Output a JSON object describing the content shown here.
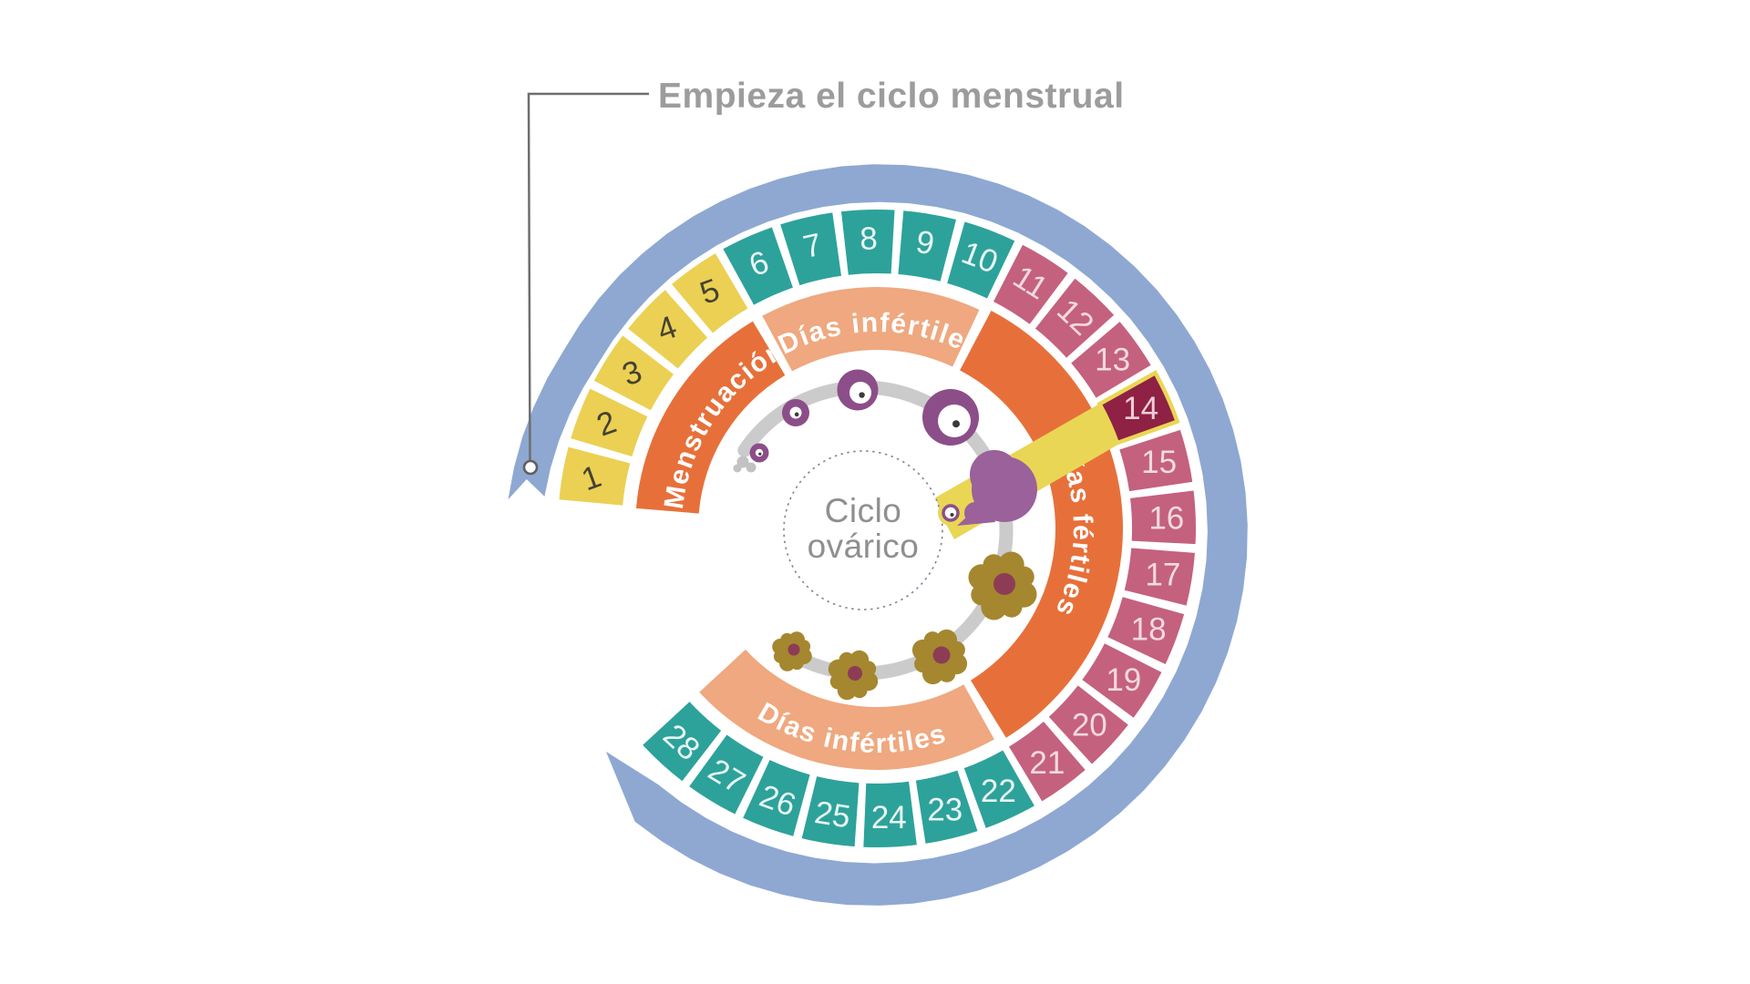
{
  "annotation": {
    "label": "Empieza el ciclo menstrual"
  },
  "center": {
    "line1": "Ciclo",
    "line2": "ovárico"
  },
  "bands": [
    {
      "id": "menstruacion",
      "label": "Menstruación",
      "color_key": "orange",
      "day_start": 1,
      "day_end": 5
    },
    {
      "id": "infertiles_top",
      "label": "Días infértiles",
      "color_key": "peach",
      "day_start": 6,
      "day_end": 10
    },
    {
      "id": "fertiles",
      "label": "Días fértiles",
      "color_key": "orange",
      "day_start": 11,
      "day_end": 21
    },
    {
      "id": "infertiles_bottom",
      "label": "Días infértiles",
      "color_key": "peach",
      "day_start": 22,
      "day_end": 28
    }
  ],
  "days": [
    {
      "n": 1,
      "phase": "menstruation"
    },
    {
      "n": 2,
      "phase": "menstruation"
    },
    {
      "n": 3,
      "phase": "menstruation"
    },
    {
      "n": 4,
      "phase": "menstruation"
    },
    {
      "n": 5,
      "phase": "menstruation"
    },
    {
      "n": 6,
      "phase": "infertile"
    },
    {
      "n": 7,
      "phase": "infertile"
    },
    {
      "n": 8,
      "phase": "infertile"
    },
    {
      "n": 9,
      "phase": "infertile"
    },
    {
      "n": 10,
      "phase": "infertile"
    },
    {
      "n": 11,
      "phase": "fertile"
    },
    {
      "n": 12,
      "phase": "fertile"
    },
    {
      "n": 13,
      "phase": "fertile"
    },
    {
      "n": 14,
      "phase": "ovulation"
    },
    {
      "n": 15,
      "phase": "fertile"
    },
    {
      "n": 16,
      "phase": "fertile"
    },
    {
      "n": 17,
      "phase": "fertile"
    },
    {
      "n": 18,
      "phase": "fertile"
    },
    {
      "n": 19,
      "phase": "fertile"
    },
    {
      "n": 20,
      "phase": "fertile"
    },
    {
      "n": 21,
      "phase": "fertile"
    },
    {
      "n": 22,
      "phase": "infertile"
    },
    {
      "n": 23,
      "phase": "infertile"
    },
    {
      "n": 24,
      "phase": "infertile"
    },
    {
      "n": 25,
      "phase": "infertile"
    },
    {
      "n": 26,
      "phase": "infertile"
    },
    {
      "n": 27,
      "phase": "infertile"
    },
    {
      "n": 28,
      "phase": "infertile"
    }
  ],
  "highlight": {
    "day": 14,
    "fill": "#8e2144",
    "border": "#ead655",
    "number_color": "#edccd9"
  },
  "phase_colors": {
    "menstruation": "#ebd053",
    "infertile": "#2da29a",
    "fertile": "#c4617e",
    "ovulation": "#8e2144"
  },
  "number_colors": {
    "menstruation": "#454233",
    "infertile": "#e9f6f4",
    "fertile": "#f2d9e1",
    "ovulation": "#edccd9"
  },
  "colors": {
    "outer_spiral": "#8ea8d2",
    "orange": "#e7703a",
    "peach": "#efa87f",
    "band_text": "#ffffff",
    "follicle_purple": "#8c4e89",
    "ovulation_purple": "#9a619b",
    "corpus_gold": "#a5872f",
    "corpus_dot": "#8d3c56",
    "path_gray": "#cbcbcb",
    "remnant_gray": "#c2c2c2",
    "annotation_gray": "#9c9c9c",
    "line_gray": "#6e6e6e",
    "center_text_gray": "#8f8f8f",
    "center_ring": "#8b8096",
    "egg_halo": "#ead655",
    "white": "#ffffff"
  },
  "illustrations": {
    "follicle_chain": [
      "corpus-albicans-remnant",
      "primordial-follicle",
      "primary-follicle",
      "secondary-follicle",
      "mature-follicle",
      "ovulation-follicle",
      "released-egg"
    ],
    "corpus_luteum": [
      "corpus-luteum-large",
      "corpus-luteum-medium",
      "corpus-luteum-small",
      "corpus-luteum-degrading"
    ]
  }
}
